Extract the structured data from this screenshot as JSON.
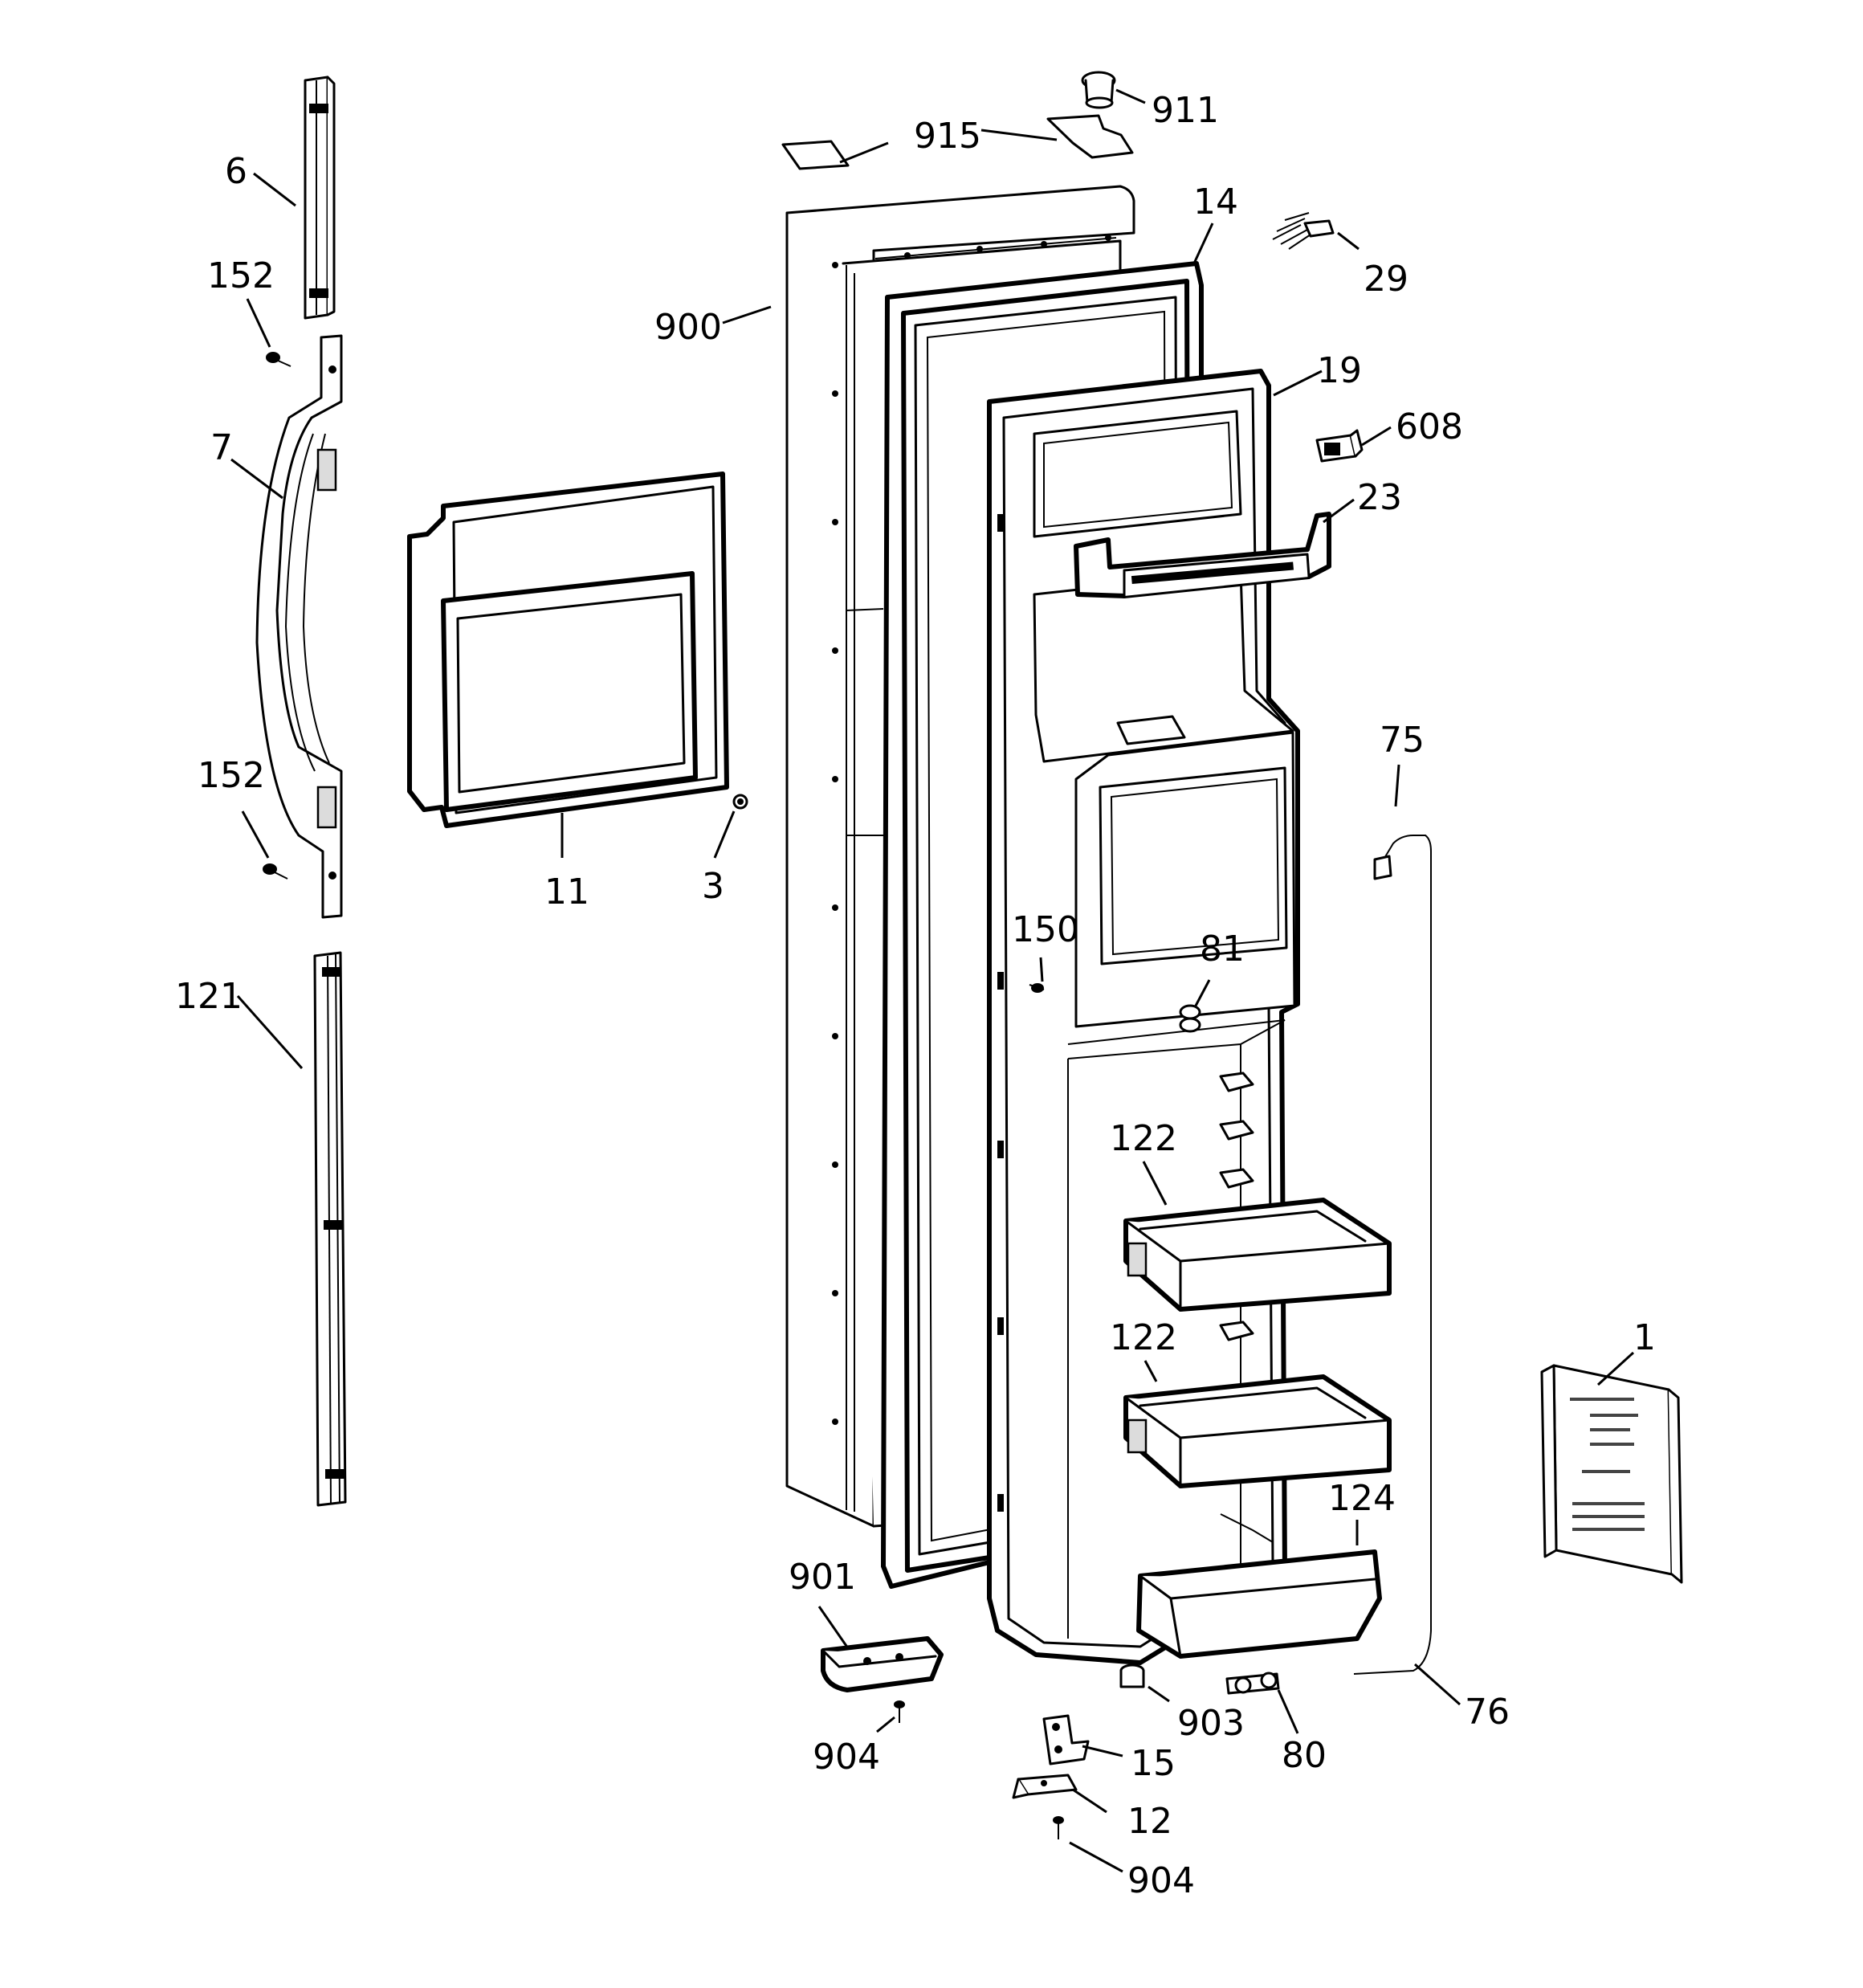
{
  "diagram": {
    "callouts": [
      {
        "id": "c1",
        "text": "6"
      },
      {
        "id": "c2",
        "text": "152"
      },
      {
        "id": "c3",
        "text": "7"
      },
      {
        "id": "c4",
        "text": "152"
      },
      {
        "id": "c5",
        "text": "121"
      },
      {
        "id": "c6",
        "text": "11"
      },
      {
        "id": "c7",
        "text": "3"
      },
      {
        "id": "c8",
        "text": "915"
      },
      {
        "id": "c9",
        "text": "911"
      },
      {
        "id": "c10",
        "text": "900"
      },
      {
        "id": "c11",
        "text": "14"
      },
      {
        "id": "c12",
        "text": "29"
      },
      {
        "id": "c13",
        "text": "19"
      },
      {
        "id": "c14",
        "text": "608"
      },
      {
        "id": "c15",
        "text": "23"
      },
      {
        "id": "c16",
        "text": "75"
      },
      {
        "id": "c17",
        "text": "150"
      },
      {
        "id": "c18",
        "text": "81"
      },
      {
        "id": "c19",
        "text": "122"
      },
      {
        "id": "c20",
        "text": "122"
      },
      {
        "id": "c21",
        "text": "124"
      },
      {
        "id": "c22",
        "text": "1"
      },
      {
        "id": "c23",
        "text": "901"
      },
      {
        "id": "c24",
        "text": "904"
      },
      {
        "id": "c25",
        "text": "903"
      },
      {
        "id": "c26",
        "text": "80"
      },
      {
        "id": "c27",
        "text": "76"
      },
      {
        "id": "c28",
        "text": "15"
      },
      {
        "id": "c29",
        "text": "12"
      },
      {
        "id": "c30",
        "text": "904"
      }
    ]
  }
}
